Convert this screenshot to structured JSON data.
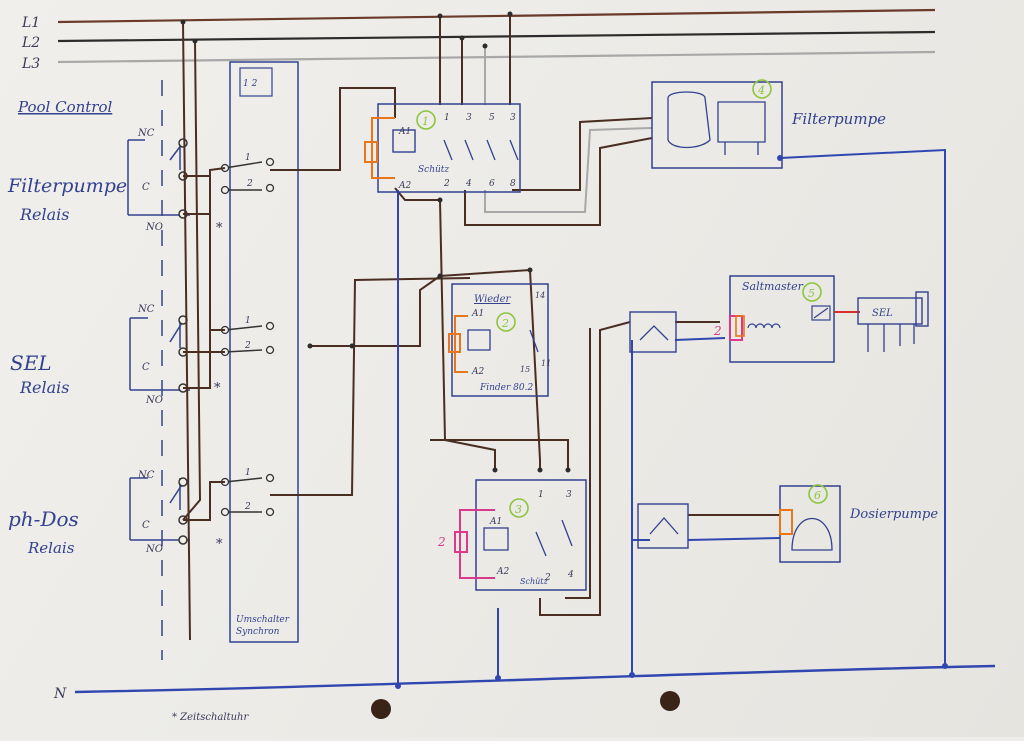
{
  "lines": {
    "l1": "L1",
    "l2": "L2",
    "l3": "L3",
    "n": "N"
  },
  "left_labels": {
    "pool_control": "Pool Control",
    "filterpumpe_relais": [
      "Filterpumpe",
      "Relais"
    ],
    "sel_relais": [
      "SEL",
      "Relais"
    ],
    "phdos_relais": [
      "ph-Dos",
      "Relais"
    ]
  },
  "relay_contacts": {
    "nc": "NC",
    "c": "C",
    "no": "NO"
  },
  "umschalter": {
    "label": [
      "Umschalter",
      "Synchron"
    ],
    "pos1": "1",
    "pos2": "2",
    "top_symbol": "1 2"
  },
  "components": {
    "c1": {
      "num": "1",
      "name": "Schütz",
      "a1": "A1",
      "a2": "A2",
      "top_terms": [
        "1",
        "3",
        "5",
        "3"
      ],
      "bottom_terms": [
        "2",
        "4",
        "6",
        "8"
      ]
    },
    "c2": {
      "num": "2",
      "name": "Wieder",
      "a1": "A1",
      "a2": "A2",
      "t14": "14",
      "t15": "15",
      "t11": "11",
      "model": "Finder 80.2"
    },
    "c3": {
      "num": "3",
      "name": "Schütz",
      "a1": "A1",
      "a2": "A2",
      "t1": "1",
      "t3": "3",
      "t2": "2",
      "t4": "4"
    },
    "c4": {
      "num": "4",
      "name": "Filterpumpe"
    },
    "c5": {
      "num": "5",
      "name": "Saltmaster",
      "sel": "SEL"
    },
    "c6": {
      "num": "6",
      "name": "Dosierpumpe"
    }
  },
  "marks": {
    "two_a": "2",
    "two_b": "2",
    "star": "*"
  },
  "footnote": "* Zeitschaltuhr",
  "colors": {
    "brown": "#4a2e22",
    "dark": "#2c2c2c",
    "grey": "#a8a8a8",
    "blue": "#3147b0",
    "orange": "#e8761a",
    "magenta": "#d93a8a",
    "green": "#8cc63f",
    "red": "#d8302a"
  }
}
